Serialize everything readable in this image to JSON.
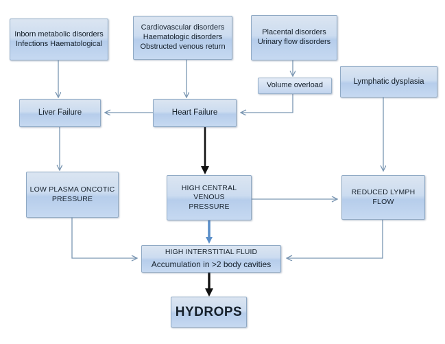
{
  "diagram": {
    "title": "Hydrops pathophysiology flowchart",
    "background_color": "#ffffff",
    "node_fill_color": "#c6d9f1",
    "node_border_color": "#8fa9c4",
    "connector_color": "#7a96b2",
    "emphasis_connector_color": "#000000",
    "blue_connector_color": "#5b8fc9"
  },
  "nodes": {
    "inborn": {
      "line1": "Inborn metabolic disorders",
      "line2": "Infections Haematological"
    },
    "cardio": {
      "line1": "Cardiovascular disorders",
      "line2": "Haematologic disorders",
      "line3": "Obstructed venous return"
    },
    "placental": {
      "line1": "Placental disorders",
      "line2": "Urinary flow disorders"
    },
    "volume_overload": {
      "label": "Volume overload"
    },
    "lymphatic": {
      "label": "Lymphatic dysplasia"
    },
    "liver_failure": {
      "label": "Liver Failure"
    },
    "heart_failure": {
      "label": "Heart Failure"
    },
    "low_plasma": {
      "line1": "LOW PLASMA ONCOTIC",
      "line2": "PRESSURE"
    },
    "high_cvp": {
      "line1": "HIGH CENTRAL VENOUS",
      "line2": "PRESSURE"
    },
    "reduced_lymph": {
      "line1": "REDUCED LYMPH",
      "line2": "FLOW"
    },
    "interstitial": {
      "line1": "HIGH INTERSTITIAL FLUID",
      "line2": "Accumulation in >2 body cavities"
    },
    "hydrops": {
      "label": "HYDROPS"
    }
  },
  "edges": [
    {
      "from": "inborn",
      "to": "liver_failure"
    },
    {
      "from": "cardio",
      "to": "heart_failure"
    },
    {
      "from": "placental",
      "to": "volume_overload"
    },
    {
      "from": "volume_overload",
      "to": "heart_failure"
    },
    {
      "from": "heart_failure",
      "to": "liver_failure"
    },
    {
      "from": "liver_failure",
      "to": "low_plasma"
    },
    {
      "from": "heart_failure",
      "to": "high_cvp"
    },
    {
      "from": "lymphatic",
      "to": "reduced_lymph"
    },
    {
      "from": "high_cvp",
      "to": "reduced_lymph"
    },
    {
      "from": "low_plasma",
      "to": "interstitial"
    },
    {
      "from": "high_cvp",
      "to": "interstitial"
    },
    {
      "from": "reduced_lymph",
      "to": "interstitial"
    },
    {
      "from": "interstitial",
      "to": "hydrops"
    }
  ]
}
